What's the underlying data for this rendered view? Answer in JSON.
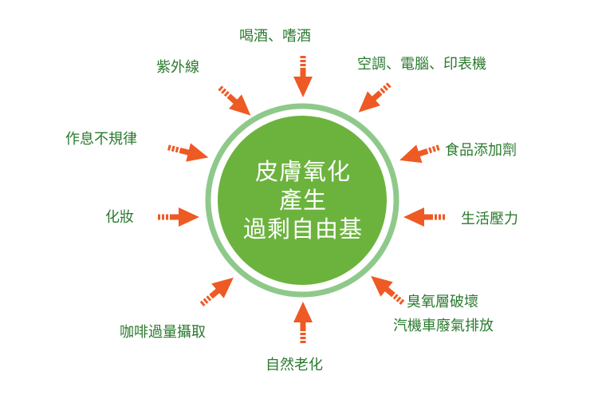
{
  "center": {
    "line1": "皮膚氧化",
    "line2": "產生",
    "line3": "過剩自由基"
  },
  "factors": {
    "top": "喝酒、嗜酒",
    "top_left": "紫外線",
    "top_right": "空調、電腦、印表機",
    "left_upper": "作息不規律",
    "right_upper": "食品添加劑",
    "left": "化妝",
    "right": "生活壓力",
    "bottom_right_1": "臭氧層破壞",
    "bottom_right_2": "汽機車廢氣排放",
    "bottom_left": "咖啡過量攝取",
    "bottom": "自然老化"
  },
  "colors": {
    "circle_fill": "#6cb33e",
    "ring": "#8fc98a",
    "arrow": "#ee5a24",
    "text": "#2a7a2e"
  }
}
